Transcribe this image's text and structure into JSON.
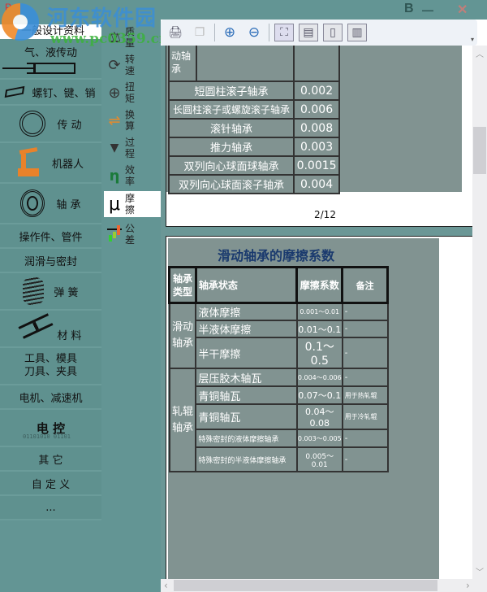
{
  "window": {
    "app_icon": "P",
    "b_button": "B",
    "minimize": "—",
    "close": "✕"
  },
  "watermark": {
    "title": "河东软件园",
    "url": "www.pc0359.cn"
  },
  "category_tab": "一般设计资料",
  "left_nav": [
    {
      "label": "气、液传动",
      "icon": "cylinder-icon"
    },
    {
      "label": "螺钉、键、销",
      "icon": "key-icon"
    },
    {
      "label": "传 动",
      "icon": "gear-icon"
    },
    {
      "label": "机器人",
      "icon": "robot-arm-icon"
    },
    {
      "label": "轴 承",
      "icon": "bearing-icon"
    },
    {
      "label": "操作件、管件"
    },
    {
      "label": "润滑与密封"
    },
    {
      "label": "弹 簧",
      "icon": "spring-icon"
    },
    {
      "label": "材 料",
      "icon": "i-beam-icon"
    },
    {
      "label": "工具、模具\n刀具、夹具"
    },
    {
      "label": "电机、减速机"
    },
    {
      "label": "电 控",
      "binary": [
        "01101010 01101",
        "110        010",
        "11011010 01101"
      ]
    },
    {
      "label": "其 它"
    },
    {
      "label": "自 定 义"
    },
    {
      "label": "..."
    }
  ],
  "sub_nav": [
    {
      "label": "质量",
      "icon": "balance-icon",
      "glyph": "⚖"
    },
    {
      "label": "转速",
      "icon": "rotation-icon",
      "glyph": "⟳"
    },
    {
      "label": "扭矩",
      "icon": "torque-icon",
      "glyph": "⊕"
    },
    {
      "label": "换算",
      "icon": "conversion-icon",
      "glyph": "⇌"
    },
    {
      "label": "过程",
      "icon": "process-icon",
      "glyph": "▼"
    },
    {
      "label": "效率",
      "icon": "efficiency-icon",
      "glyph": "η"
    },
    {
      "label": "摩擦",
      "icon": "friction-icon",
      "glyph": "μ",
      "active": true
    },
    {
      "label": "公差",
      "icon": "tolerance-icon",
      "glyph": "▮"
    }
  ],
  "toolbar": {
    "print": "🖨",
    "copy": "❐",
    "zoom_in": "⊕",
    "zoom_out": "⊖",
    "fit_page": "⛶",
    "fit_width": "▤",
    "single_page": "▯",
    "two_page": "▥",
    "more": "▾"
  },
  "page1": {
    "partial_row": {
      "type": "动轴承",
      "value": ""
    },
    "rows": [
      {
        "name": "短圆柱滚子轴承",
        "value": "0.002"
      },
      {
        "name": "长圆柱滚子或螺旋滚子轴承",
        "value": "0.006"
      },
      {
        "name": "滚针轴承",
        "value": "0.008"
      },
      {
        "name": "推力轴承",
        "value": "0.003"
      },
      {
        "name": "双列向心球面球轴承",
        "value": "0.0015"
      },
      {
        "name": "双列向心球面滚子轴承",
        "value": "0.004"
      }
    ],
    "page_number": "2/12"
  },
  "page2": {
    "title": "滑动轴承的摩擦系数",
    "headers": [
      "轴承类型",
      "轴承状态",
      "摩擦系数",
      "备注"
    ],
    "groups": [
      {
        "type": "滑动轴承",
        "rows": [
          {
            "state": "液体摩擦",
            "coef": "0.001～0.01",
            "note": "-"
          },
          {
            "state": "半液体摩擦",
            "coef": "0.01～0.1",
            "note": "-"
          },
          {
            "state": "半干摩擦",
            "coef": "0.1～0.5",
            "note": "-"
          }
        ]
      },
      {
        "type": "轧辊轴承",
        "rows": [
          {
            "state": "层压胶木轴瓦",
            "coef": "0.004～0.006",
            "note": "-"
          },
          {
            "state": "青铜轴瓦",
            "coef": "0.07～0.1",
            "note": "用于热轧辊"
          },
          {
            "state": "青铜轴瓦",
            "coef": "0.04～0.08",
            "note": "用于冷轧辊"
          },
          {
            "state": "特殊密封的液体摩擦轴承",
            "coef": "0.003～0.005",
            "note": "-"
          },
          {
            "state": "特殊密封的半液体摩擦轴承",
            "coef": "0.005～0.01",
            "note": "-"
          }
        ]
      }
    ]
  },
  "scrollbars": {
    "up": "︿",
    "down": "﹀",
    "left": "‹",
    "right": "›"
  }
}
